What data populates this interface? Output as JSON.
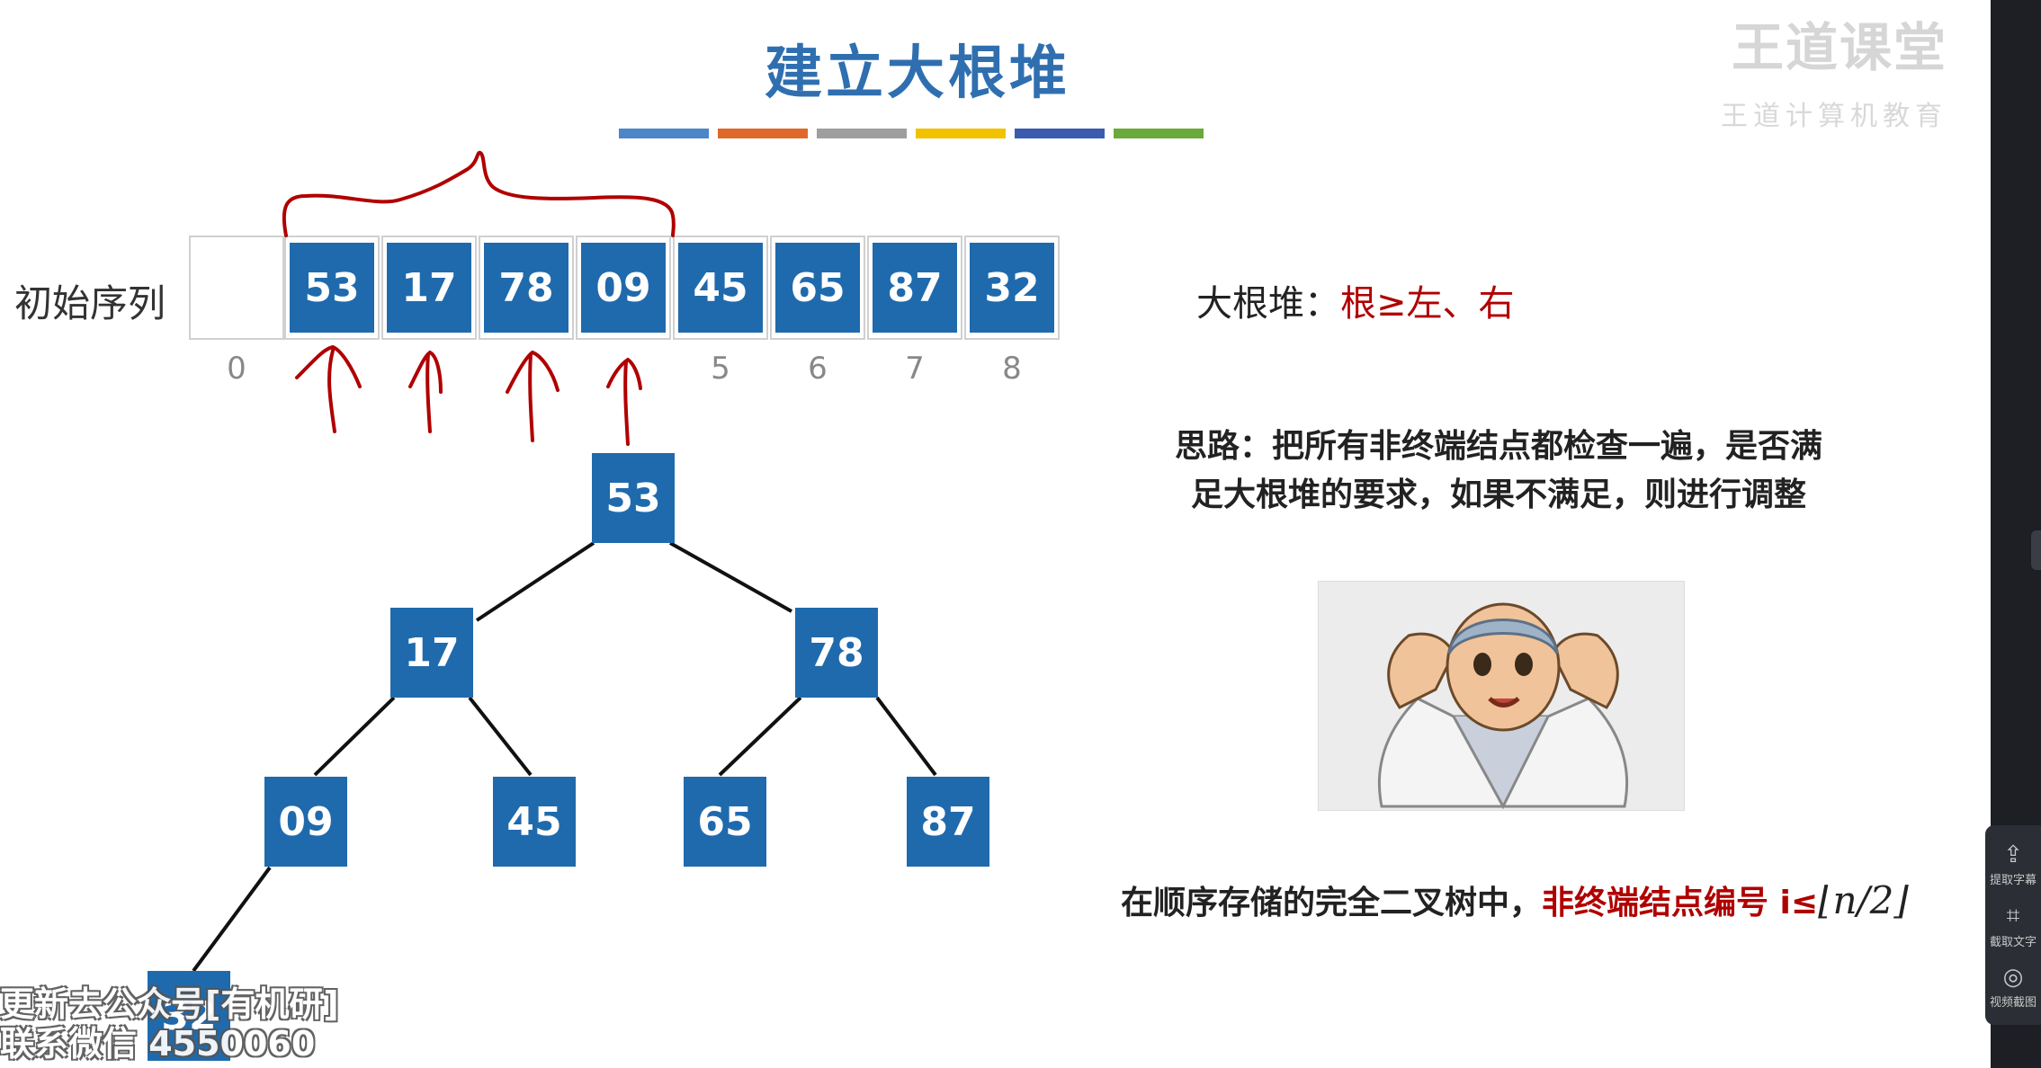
{
  "slide": {
    "title": "建立大根堆",
    "title_color": "#2f6fb0",
    "title_bar_colors": [
      "#4a86c8",
      "#e0692a",
      "#9e9e9e",
      "#f2c100",
      "#3a5bb0",
      "#6aaa3a"
    ]
  },
  "array": {
    "label": "初始序列",
    "cells": [
      "",
      "53",
      "17",
      "78",
      "09",
      "45",
      "65",
      "87",
      "32"
    ],
    "indices": [
      "0",
      "",
      "",
      "",
      "",
      "5",
      "6",
      "7",
      "8"
    ]
  },
  "tree": {
    "nodes": [
      "53",
      "17",
      "78",
      "09",
      "45",
      "65",
      "87",
      "32"
    ]
  },
  "rule": {
    "label": "大根堆：",
    "text": "根≥左、右"
  },
  "idea": {
    "line1": "思路：把所有非终端结点都检查一遍，是否满",
    "line2": "足大根堆的要求，如果不满足，则进行调整"
  },
  "formula": {
    "prefix": "在顺序存储的完全二叉树中，",
    "highlight": "非终端结点编号 i≤",
    "expr": "⌊n/2⌋"
  },
  "brand": {
    "name": "王道课堂",
    "sub": "王道计算机教育"
  },
  "watermark": {
    "line1": "更新去公众号[有机研]",
    "line2": "联系微信 4550060"
  },
  "sidebar": {
    "items": [
      {
        "icon": "subtitle-extract-icon",
        "glyph": "⇪",
        "label": "提取字幕"
      },
      {
        "icon": "text-extract-icon",
        "glyph": "⌗",
        "label": "截取文字"
      },
      {
        "icon": "camera-icon",
        "glyph": "◎",
        "label": "视频截图"
      }
    ]
  },
  "colors": {
    "node_fill": "#1f6aad",
    "annotation_red": "#b00000",
    "sidebar_bg": "#1d1f24"
  }
}
